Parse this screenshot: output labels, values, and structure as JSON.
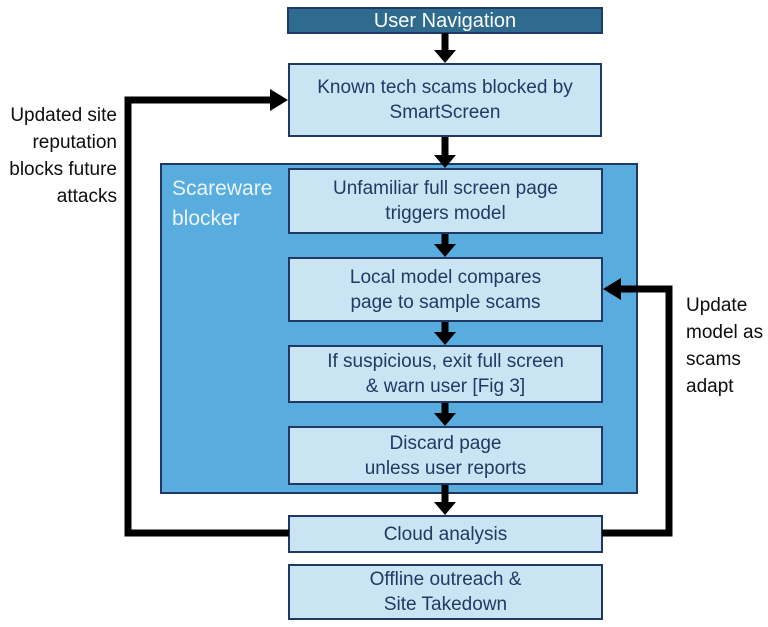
{
  "diagram": {
    "title_node": "User Navigation",
    "type": "flowchart"
  },
  "nodes": {
    "user_nav": {
      "label": "User Navigation"
    },
    "known_tech": {
      "label": "Known tech scams blocked by\nSmartScreen"
    },
    "trigger": {
      "label": "Unfamiliar full screen page\ntriggers model"
    },
    "compare": {
      "label": "Local model compares\npage to sample scams"
    },
    "warn": {
      "label": "If suspicious, exit full screen\n& warn user [Fig 3]"
    },
    "discard": {
      "label": "Discard page\nunless user reports"
    },
    "cloud": {
      "label": "Cloud analysis"
    },
    "offline": {
      "label": "Offline outreach &\nSite Takedown"
    }
  },
  "group": {
    "label": "Scareware\nblocker"
  },
  "annotations": {
    "left": {
      "text": "Updated site\nreputation\nblocks future\nattacks"
    },
    "right": {
      "text": "Update\nmodel as\nscams\nadapt"
    }
  },
  "edges": [
    "user_nav -> known_tech",
    "known_tech -> trigger",
    "trigger -> compare",
    "compare -> warn",
    "warn -> discard",
    "discard -> cloud",
    "cloud -> known_tech (feedback left)",
    "cloud -> compare (feedback right)"
  ],
  "colors": {
    "header_fill": "#2E6B8F",
    "node_fill": "#CAE4F4",
    "group_fill": "#58ADDE",
    "border": "#1F3864",
    "node_text": "#1F3A63",
    "group_label_text": "#EAF5FC",
    "arrow": "#000000",
    "background": "#FFFFFF"
  }
}
